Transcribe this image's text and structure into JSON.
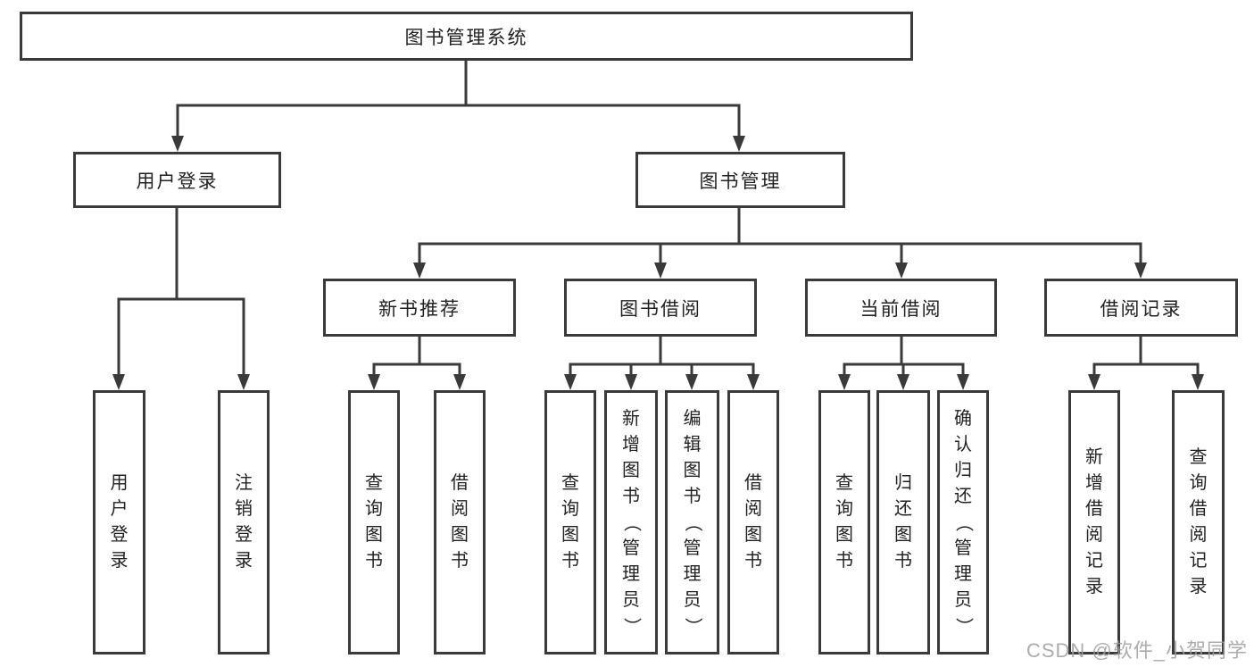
{
  "diagram": {
    "title": "图书管理系统",
    "watermark": "CSDN @软件_小贺同学",
    "colors": {
      "background": "#ffffff",
      "line": "#3a3a3a",
      "box_border": "#3a3a3a",
      "box_fill": "#ffffff",
      "text": "#222222",
      "watermark": "#9e9e9e"
    },
    "tree": {
      "id": "root",
      "label": "图书管理系统",
      "children": [
        {
          "id": "user-login",
          "label": "用户登录",
          "children": [
            {
              "id": "user-login-action",
              "label": "用户登录"
            },
            {
              "id": "logout-action",
              "label": "注销登录"
            }
          ]
        },
        {
          "id": "book-management",
          "label": "图书管理",
          "children": [
            {
              "id": "new-book-recommend",
              "label": "新书推荐",
              "children": [
                {
                  "id": "nb-query-book",
                  "label": "查询图书"
                },
                {
                  "id": "nb-borrow-book",
                  "label": "借阅图书"
                }
              ]
            },
            {
              "id": "book-borrowing",
              "label": "图书借阅",
              "children": [
                {
                  "id": "bb-query-book",
                  "label": "查询图书"
                },
                {
                  "id": "bb-add-book",
                  "label": "新增图书（管理员）"
                },
                {
                  "id": "bb-edit-book",
                  "label": "编辑图书（管理员）"
                },
                {
                  "id": "bb-borrow-book",
                  "label": "借阅图书"
                }
              ]
            },
            {
              "id": "current-borrowing",
              "label": "当前借阅",
              "children": [
                {
                  "id": "cb-query-book",
                  "label": "查询图书"
                },
                {
                  "id": "cb-return-book",
                  "label": "归还图书"
                },
                {
                  "id": "cb-confirm-return",
                  "label": "确认归还（管理员）"
                }
              ]
            },
            {
              "id": "borrowing-records",
              "label": "借阅记录",
              "children": [
                {
                  "id": "br-add-record",
                  "label": "新增借阅记录"
                },
                {
                  "id": "br-query-record",
                  "label": "查询借阅记录"
                }
              ]
            }
          ]
        }
      ]
    }
  }
}
